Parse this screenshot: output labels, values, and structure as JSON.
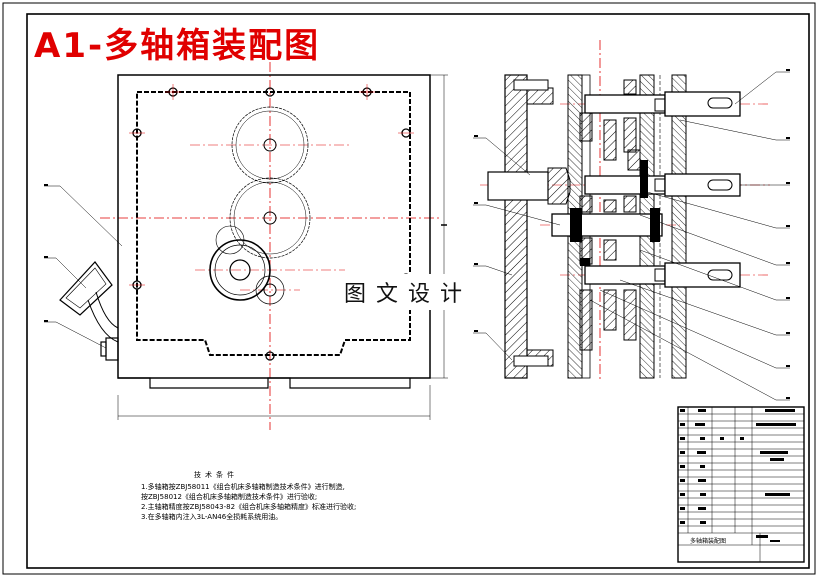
{
  "title": "A1-多轴箱装配图",
  "watermark": "图文设计",
  "notes": {
    "heading": "技术条件",
    "items": [
      "1.多轴箱按ZBJ58011《组合机床多轴箱制造技术条件》进行制造,",
      "按ZBJ58012《组合机床多轴箱制造技术条件》进行验收;",
      "2.主轴箱精度按ZBJ58043-82《组合机床多轴箱精度》标准进行验收;",
      "3.在多轴箱内注入3L-AN46全损耗系统用油。"
    ]
  },
  "title_block": {
    "drawing_name": "多轴箱装配图"
  }
}
